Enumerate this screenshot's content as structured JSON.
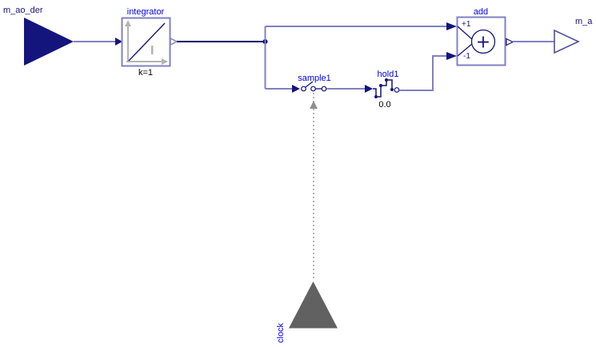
{
  "diagram": {
    "colors": {
      "navy_icon": "#14147d",
      "dark_connection": "#00006a",
      "periwinkle_connection": "#8080c4",
      "label_blue": "#0000f0",
      "text_black": "#000000",
      "axis_gray": "#b4b4b4",
      "clock_gray": "#616161",
      "dotted_gray": "#9e9e9e",
      "background": "#ffffff"
    },
    "blocks": {
      "input": {
        "label": "m_ao_der"
      },
      "integrator": {
        "label": "integrator",
        "param": "k=1"
      },
      "sampler": {
        "label": "sample1"
      },
      "hold": {
        "label": "hold1",
        "param": "0.0"
      },
      "add": {
        "label": "add",
        "input1_sign": "+1",
        "input2_sign": "-1",
        "operator": "+"
      },
      "output": {
        "label": "m_a"
      },
      "clock": {
        "label": "clock"
      }
    }
  }
}
